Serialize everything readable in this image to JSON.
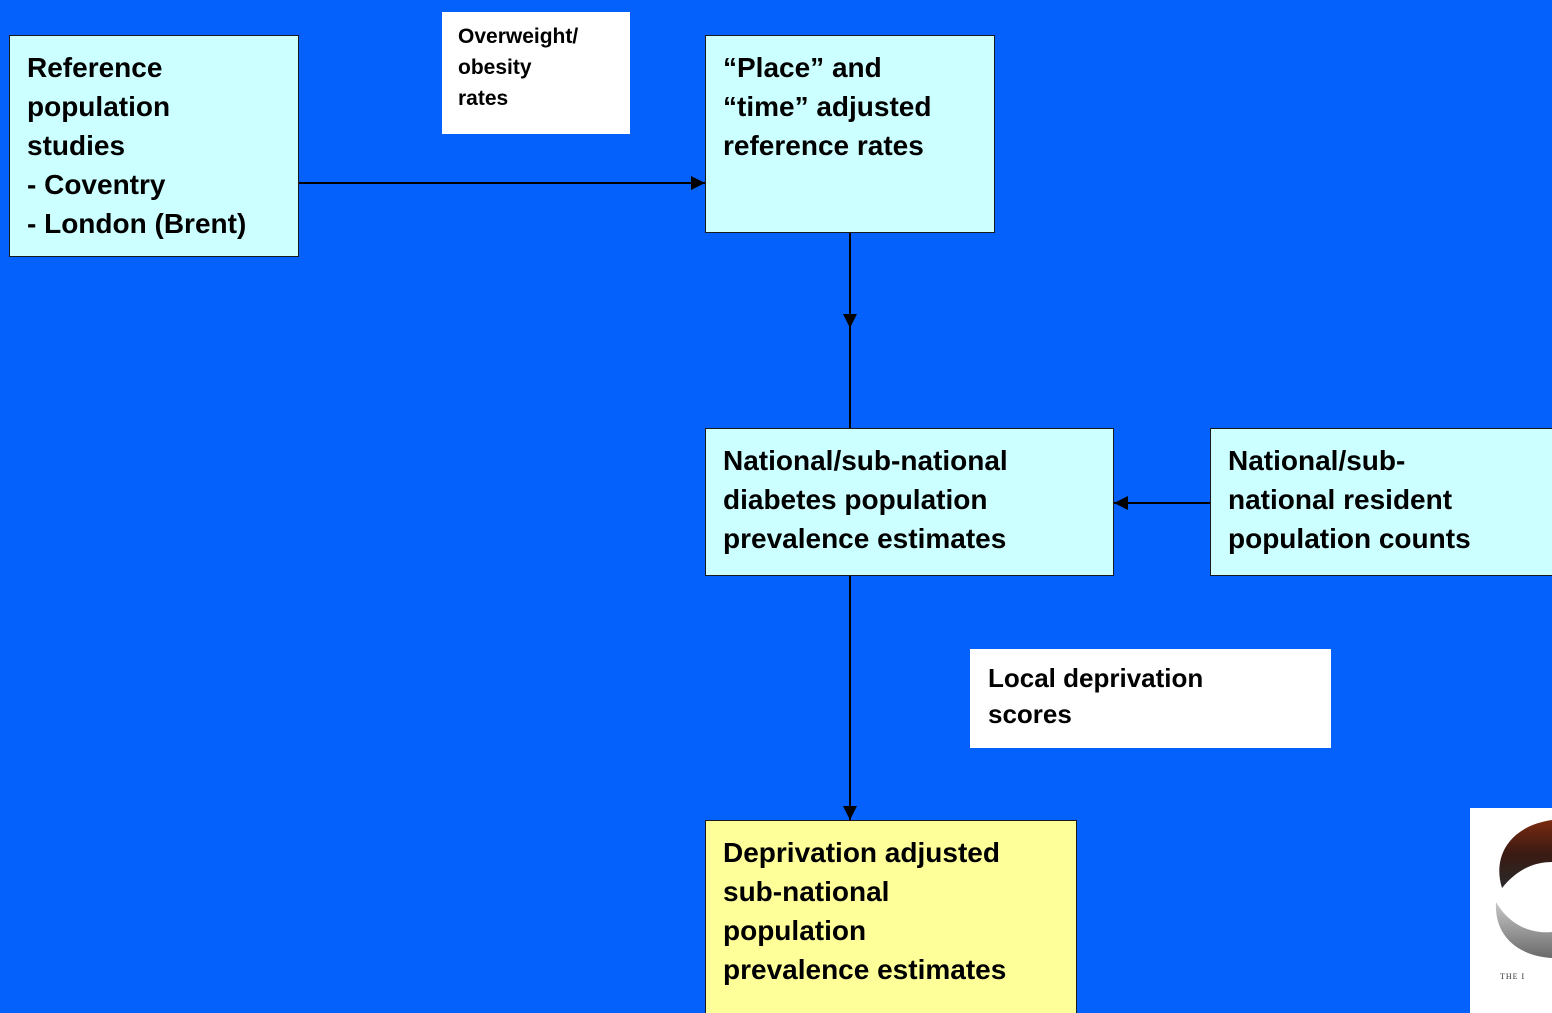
{
  "boxes": {
    "reference_studies": {
      "lines": [
        "Reference",
        "population",
        "studies",
        "- Coventry",
        "- London (Brent)"
      ]
    },
    "adjusted_reference_rates": {
      "lines": [
        "“Place” and",
        "“time” adjusted",
        "reference rates"
      ]
    },
    "prevalence_estimates": {
      "lines": [
        "National/sub-national",
        "diabetes population",
        "prevalence estimates"
      ]
    },
    "resident_counts": {
      "lines": [
        "National/sub-",
        "national resident",
        "population counts"
      ]
    },
    "deprivation_adjusted": {
      "lines": [
        "Deprivation adjusted",
        "sub-national",
        "population",
        "prevalence estimates"
      ]
    }
  },
  "notes": {
    "overweight_obesity": {
      "lines": [
        "Overweight/",
        "obesity",
        "rates"
      ]
    },
    "local_deprivation": {
      "lines": [
        "Local deprivation",
        "scores"
      ]
    }
  },
  "colors": {
    "background": "#0461FC",
    "process_box": "#CCFFFF",
    "output_box": "#FFFF99",
    "note_box": "#FFFFFF"
  },
  "logo": {
    "caption": "THE I"
  }
}
